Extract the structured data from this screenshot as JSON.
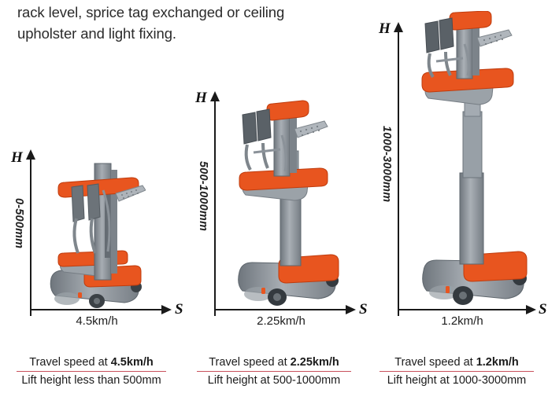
{
  "intro": {
    "line1": "rack level, sprice tag exchanged or ceiling",
    "line2": "upholster and light fixing."
  },
  "figures": [
    {
      "id": "lift-0-500",
      "vertical_axis_letter": "H",
      "horizontal_axis_letter": "S",
      "height_range_label": "0-500mm",
      "speed_label": "4.5km/h"
    },
    {
      "id": "lift-500-1000",
      "vertical_axis_letter": "H",
      "horizontal_axis_letter": "S",
      "height_range_label": "500-1000mm",
      "speed_label": "2.25km/h"
    },
    {
      "id": "lift-1000-3000",
      "vertical_axis_letter": "H",
      "horizontal_axis_letter": "S",
      "height_range_label": "1000-3000mm",
      "speed_label": "1.2km/h"
    }
  ],
  "captions": [
    {
      "top_prefix": "Travel speed at ",
      "top_value": "4.5km/h",
      "bottom": "Lift height less than 500mm"
    },
    {
      "top_prefix": "Travel speed at ",
      "top_value": "2.25km/h",
      "bottom": "Lift height at 500-1000mm"
    },
    {
      "top_prefix": "Travel speed at ",
      "top_value": "1.2km/h",
      "bottom": "Lift height at 1000-3000mm"
    }
  ],
  "colors": {
    "accent_rule": "#c8505c",
    "machine_orange": "#e8551f",
    "machine_grey": "#8e949a",
    "axis": "#1a1a1a",
    "background": "#ffffff"
  }
}
